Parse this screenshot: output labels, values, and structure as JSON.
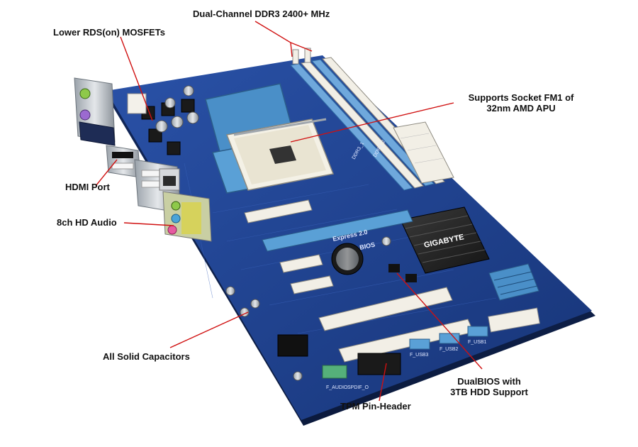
{
  "callouts": {
    "ddr3": "Dual-Channel DDR3 2400+ MHz",
    "mosfets": "Lower RDS(on) MOSFETs",
    "socket_line1": "Supports Socket FM1 of",
    "socket_line2": "32nm AMD APU",
    "hdmi": "HDMI Port",
    "audio": "8ch HD Audio",
    "capacitors": "All Solid Capacitors",
    "dualbios_line1": "DualBIOS with",
    "dualbios_line2": "3TB HDD Support",
    "tpm": "TPM Pin-Header"
  },
  "board": {
    "chipset_brand": "GIGABYTE",
    "ddr_silk_1": "DDR3_1",
    "ddr_silk_2": "DDR3_2",
    "pcie_silk": "Express 2.0",
    "bios_silk": "BIOS",
    "f_audio": "F_AUDIO",
    "f_usb3": "F_USB3",
    "f_usb2": "F_USB2",
    "f_usb1": "F_USB1",
    "spdif": "SPDIF_O"
  },
  "colors": {
    "pcb": "#1f3f8f",
    "pcb_dark": "#162f6e",
    "dimm_blue": "#6fa8dc",
    "socket_blue": "#5aa0d6",
    "slot_white": "#f2efe6",
    "callout_line": "#d01010",
    "heatsink": "#2a2a2a"
  }
}
